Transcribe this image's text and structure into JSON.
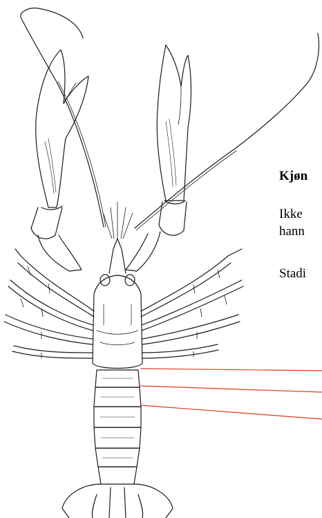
{
  "page": {
    "heading": "Kjøn",
    "text_line_1": "Ikke",
    "text_line_2": "hann",
    "text_line_3": "Stadi"
  },
  "colors": {
    "ink": "#1a1a1a",
    "leader_line": "#e03a1e",
    "background": "#ffffff"
  },
  "figure": {
    "subject": "lobster-dorsal-view-sketch",
    "leader_line_count": 3
  }
}
